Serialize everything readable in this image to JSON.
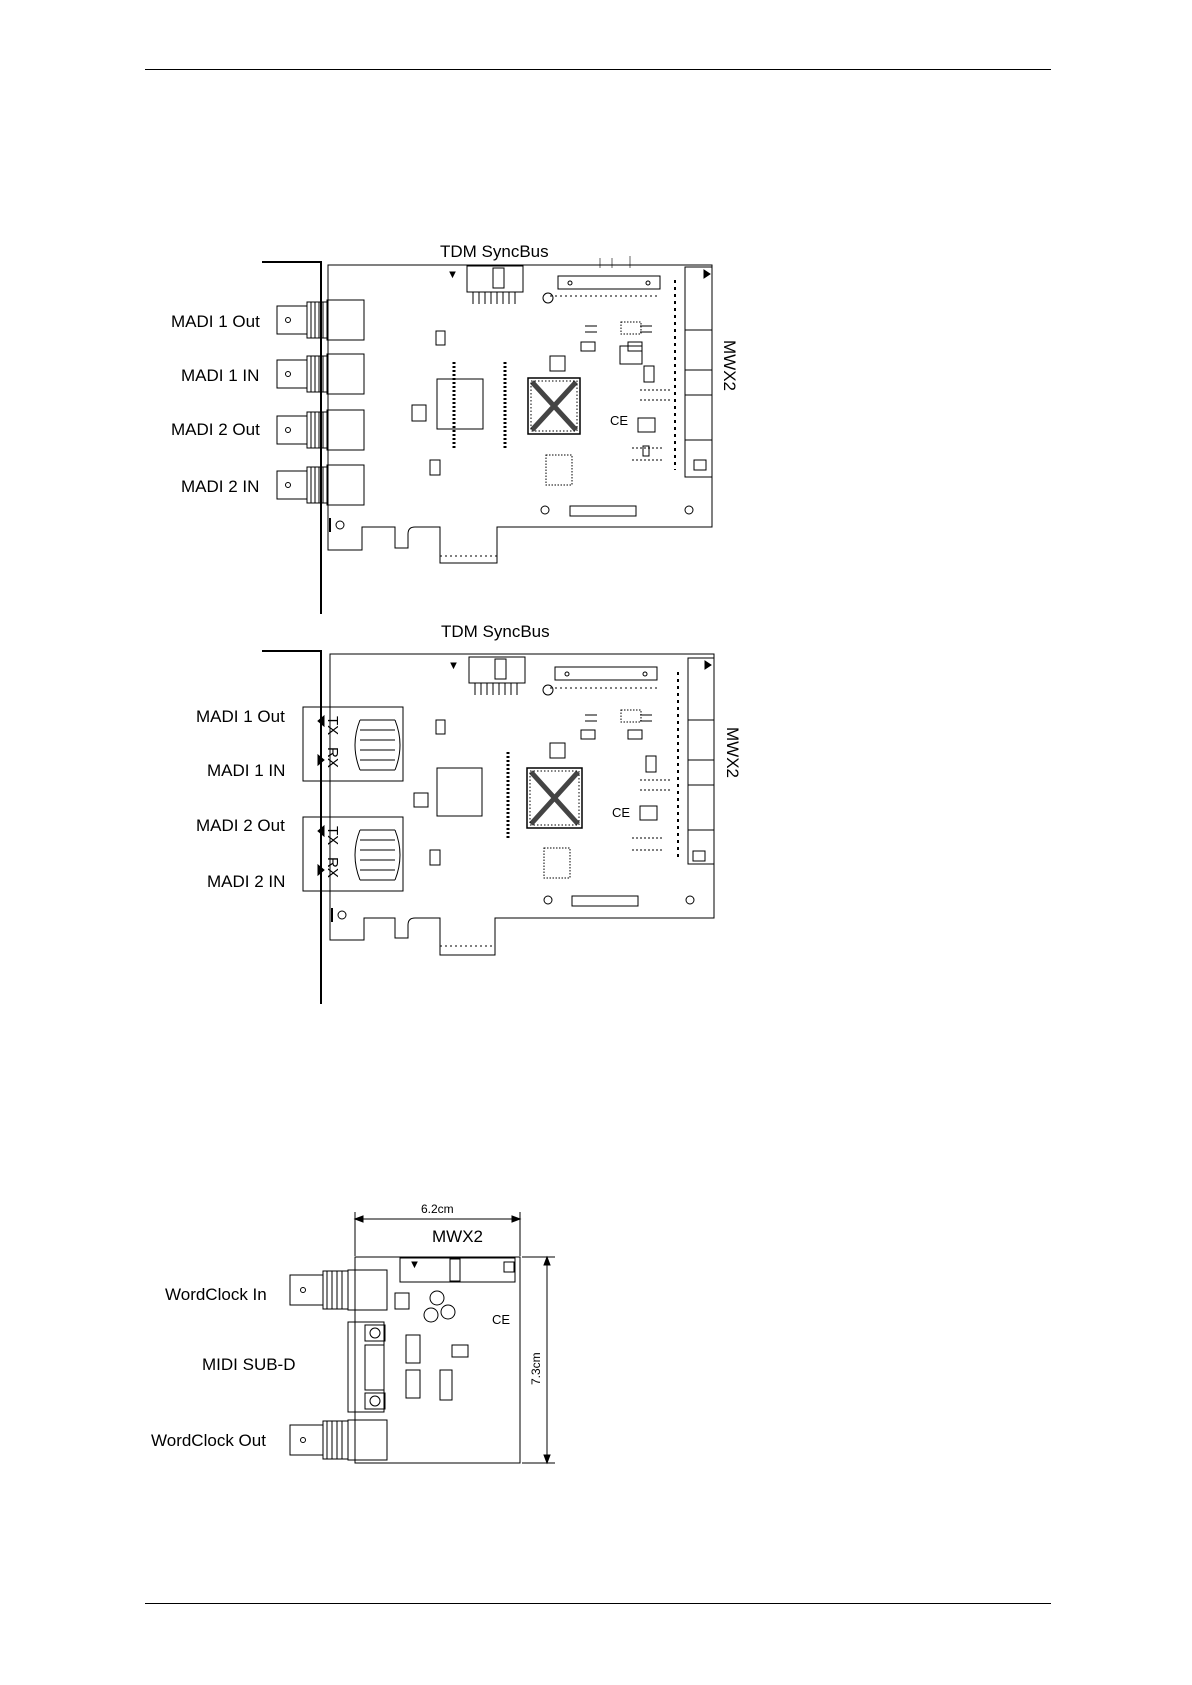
{
  "diagram1": {
    "title": "TDM SyncBus",
    "side_label": "MWX2",
    "ports": [
      "MADI 1 Out",
      "MADI 1 IN",
      "MADI 2 Out",
      "MADI 2 IN"
    ]
  },
  "diagram2": {
    "title": "TDM SyncBus",
    "side_label": "MWX2",
    "ports": [
      "MADI 1 Out",
      "MADI 1 IN",
      "MADI 2 Out",
      "MADI 2 IN"
    ],
    "tx_label": "TX",
    "rx_label": "RX"
  },
  "diagram3": {
    "title": "MWX2",
    "width_dim": "6.2cm",
    "height_dim": "7.3cm",
    "ports": [
      "WordClock In",
      "MIDI SUB-D",
      "WordClock Out"
    ]
  }
}
